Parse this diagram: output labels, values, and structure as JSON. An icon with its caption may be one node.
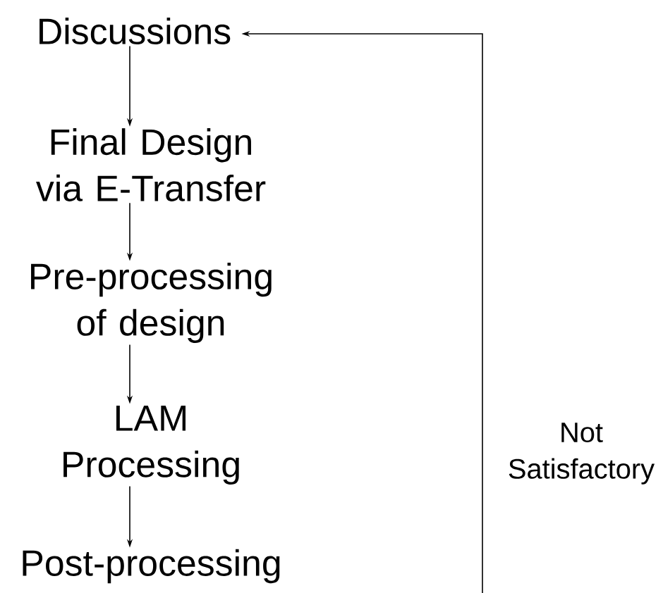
{
  "diagram": {
    "nodes": [
      {
        "text": [
          "Discussions"
        ]
      },
      {
        "text": [
          "Final Design via E-Transfer"
        ]
      },
      {
        "text": [
          "Pre-processing of design"
        ]
      },
      {
        "text": [
          "LAM Processing"
        ]
      },
      {
        "text": [
          "Post-processing"
        ]
      }
    ],
    "edges": [
      {
        "from": 0,
        "to": 1,
        "arrow": "to"
      },
      {
        "from": 1,
        "to": 2,
        "arrow": "to"
      },
      {
        "from": 2,
        "to": 3,
        "arrow": "to"
      },
      {
        "from": 3,
        "to": 4,
        "arrow": "to"
      },
      {
        "from": null,
        "to": 0,
        "label": "Not Satisfactory",
        "arrow": "to"
      }
    ]
  }
}
